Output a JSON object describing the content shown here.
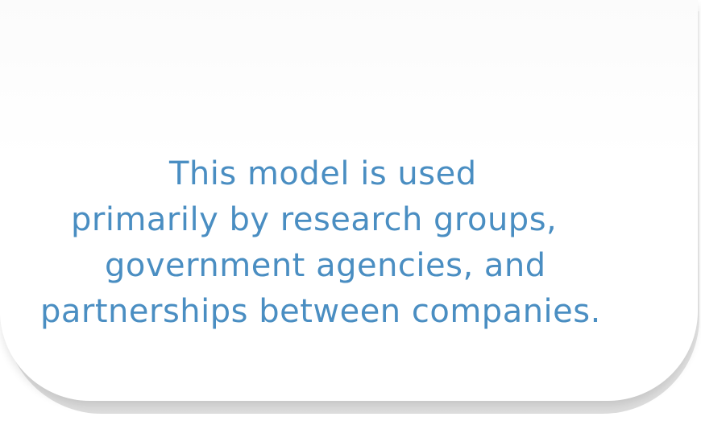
{
  "card": {
    "lines": [
      "This model is used",
      "primarily by research groups,",
      "government agencies, and",
      "partnerships between companies."
    ]
  },
  "colors": {
    "text": "#4a8ec2",
    "card": "#ffffff",
    "shadow": "#dcdcdc"
  }
}
